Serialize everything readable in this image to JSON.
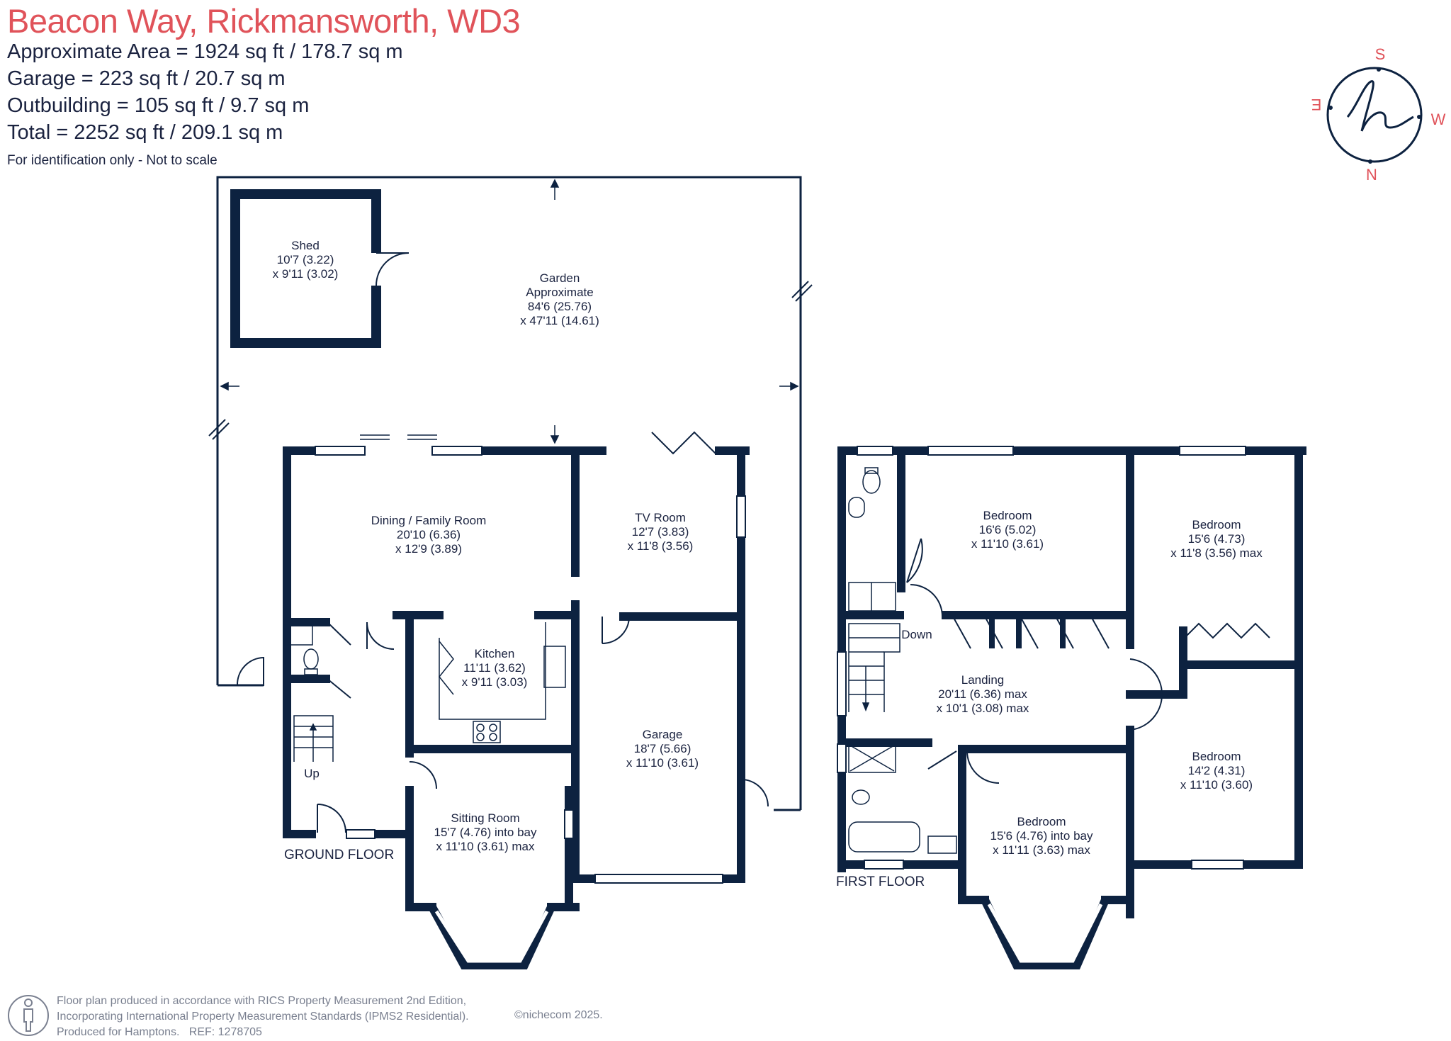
{
  "header": {
    "title": "Beacon Way, Rickmansworth, WD3",
    "areas": [
      "Approximate Area = 1924 sq ft / 178.7 sq m",
      "Garage = 223 sq ft / 20.7 sq m",
      "Outbuilding = 105 sq ft / 9.7 sq m",
      "Total = 2252 sq ft / 209.1 sq m"
    ],
    "note": "For identification only - Not to scale"
  },
  "compass": {
    "s": "S",
    "w": "W",
    "n": "N",
    "e": "E"
  },
  "colors": {
    "wall": "#0d2240",
    "accent": "#e0535a",
    "text": "#1b2340",
    "footer": "#7a8090"
  },
  "ground_floor": {
    "label": "GROUND FLOOR",
    "rooms": {
      "shed": {
        "name": "Shed",
        "dim1": "10'7 (3.22)",
        "dim2": "x 9'11 (3.02)"
      },
      "garden": {
        "name": "Garden",
        "sub": "Approximate",
        "dim1": "84'6 (25.76)",
        "dim2": "x 47'11 (14.61)"
      },
      "dining": {
        "name": "Dining / Family Room",
        "dim1": "20'10 (6.36)",
        "dim2": "x 12'9 (3.89)"
      },
      "tv": {
        "name": "TV Room",
        "dim1": "12'7 (3.83)",
        "dim2": "x 11'8 (3.56)"
      },
      "kitchen": {
        "name": "Kitchen",
        "dim1": "11'11 (3.62)",
        "dim2": "x 9'11 (3.03)"
      },
      "garage": {
        "name": "Garage",
        "dim1": "18'7 (5.66)",
        "dim2": "x 11'10 (3.61)"
      },
      "sitting": {
        "name": "Sitting Room",
        "dim1": "15'7 (4.76) into bay",
        "dim2": "x 11'10 (3.61) max"
      }
    },
    "stairs_label": "Up"
  },
  "first_floor": {
    "label": "FIRST FLOOR",
    "rooms": {
      "bed1": {
        "name": "Bedroom",
        "dim1": "16'6 (5.02)",
        "dim2": "x 11'10 (3.61)"
      },
      "bed2": {
        "name": "Bedroom",
        "dim1": "15'6 (4.73)",
        "dim2": "x 11'8 (3.56) max"
      },
      "landing": {
        "name": "Landing",
        "dim1": "20'11 (6.36) max",
        "dim2": "x 10'1 (3.08) max"
      },
      "bed3": {
        "name": "Bedroom",
        "dim1": "14'2 (4.31)",
        "dim2": "x 11'10 (3.60)"
      },
      "bed4": {
        "name": "Bedroom",
        "dim1": "15'6 (4.76) into bay",
        "dim2": "x 11'11 (3.63) max"
      }
    },
    "stairs_label": "Down"
  },
  "footer": {
    "line1": "Floor plan produced in accordance with RICS Property Measurement 2nd Edition,",
    "line2": "Incorporating International Property Measurement Standards (IPMS2 Residential).",
    "line3": "Produced for Hamptons.",
    "ref": "REF:  1278705",
    "copyright": "©nichecom 2025."
  }
}
